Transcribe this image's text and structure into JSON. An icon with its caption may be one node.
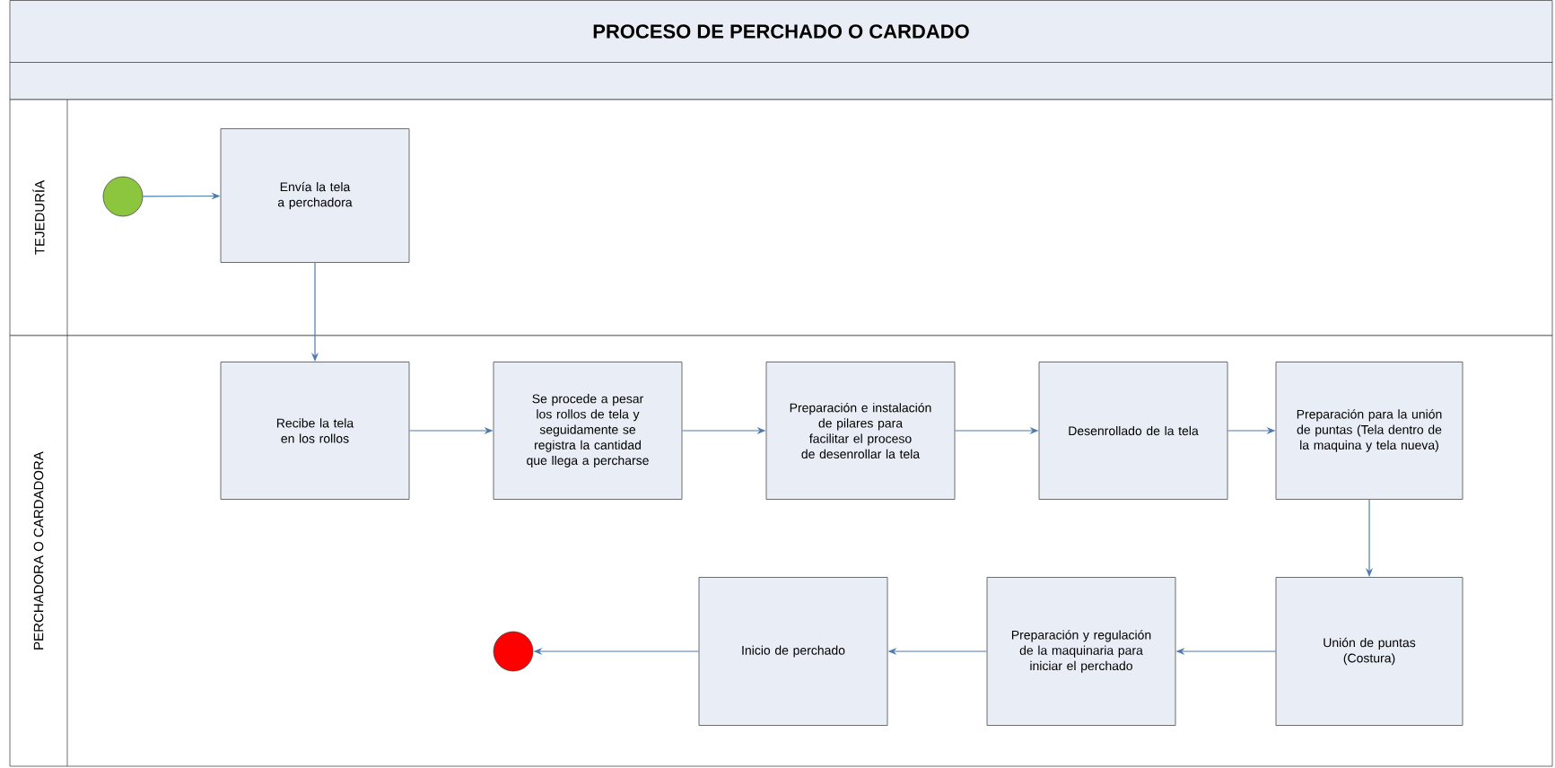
{
  "diagram": {
    "title": "PROCESO DE PERCHADO O CARDADO",
    "nodes": [
      {
        "text": [
          "TEJEDURÍA"
        ]
      },
      {
        "text": [],
        "shape": "circle",
        "in": 0
      },
      {
        "text": [
          "Envía la tela a perchadora"
        ],
        "in": 0
      },
      {
        "text": [
          "PERCHADORA O CARDADORA"
        ]
      },
      {
        "text": [
          "Recibe la tela en los rollos"
        ],
        "in": 3
      },
      {
        "text": [
          "Se procede a pesar los rollos de tela y seguidamente se registra la cantidad que llega a percharse"
        ],
        "in": 3
      },
      {
        "text": [
          "Preparación e instalación de pilares para facilitar el proceso de desenrollar la tela"
        ],
        "in": 3
      },
      {
        "text": [
          "Desenrollado de la tela"
        ],
        "in": 3
      },
      {
        "text": [
          "Preparación para la unión de puntas (Tela dentro de la maquina y tela nueva)"
        ],
        "in": 3
      },
      {
        "text": [
          "Unión de puntas (Costura)"
        ],
        "in": 3
      },
      {
        "text": [
          "Preparación y regulación de la maquinaria para iniciar el perchado"
        ],
        "in": 3
      },
      {
        "text": [
          "Inicio de perchado"
        ],
        "in": 3
      },
      {
        "text": [],
        "shape": "circle",
        "in": 3
      }
    ],
    "edges": [
      {
        "from": 1,
        "to": 2,
        "arrow": "to"
      },
      {
        "from": 2,
        "to": 4,
        "arrow": "to"
      },
      {
        "from": 4,
        "to": 5,
        "arrow": "to"
      },
      {
        "from": 5,
        "to": 6,
        "arrow": "to"
      },
      {
        "from": 6,
        "to": 7,
        "arrow": "to"
      },
      {
        "from": 7,
        "to": 8,
        "arrow": "to"
      },
      {
        "from": 8,
        "to": 9,
        "arrow": "to"
      },
      {
        "from": 9,
        "to": 10,
        "arrow": "to"
      },
      {
        "from": 10,
        "to": 11,
        "arrow": "to"
      },
      {
        "from": 11,
        "to": 12,
        "arrow": "to"
      }
    ]
  }
}
